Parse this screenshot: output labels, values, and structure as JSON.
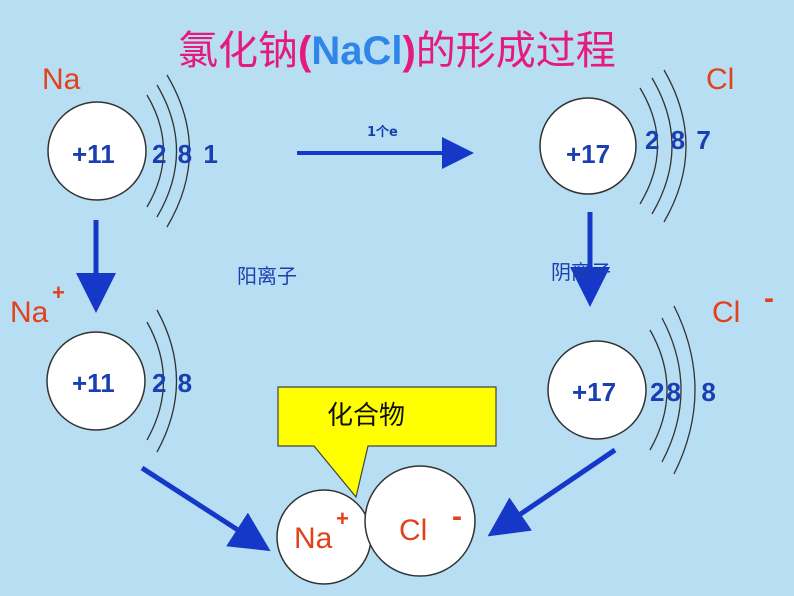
{
  "title": {
    "prefix": "氯化钠",
    "open_paren": "(",
    "formula": "NaCl",
    "close_paren": ")",
    "suffix": "的形成过程"
  },
  "na_atom": {
    "symbol": "Na",
    "nucleus": "+11",
    "shells": "2 8 1"
  },
  "cl_atom": {
    "symbol": "Cl",
    "nucleus": "+17",
    "shells": "2 8 7"
  },
  "transfer_label": "1个e",
  "cation_label": "阳离子",
  "anion_label": "阴离子",
  "na_ion": {
    "symbol": "Na",
    "charge": "+",
    "nucleus": "+11",
    "shells": "2 8"
  },
  "cl_ion": {
    "symbol": "Cl",
    "charge": "-",
    "nucleus": "+17",
    "shells": "28  8"
  },
  "compound": {
    "callout": "化合物",
    "na_symbol": "Na",
    "na_charge": "+",
    "cl_symbol": "Cl",
    "cl_charge": "-"
  },
  "colors": {
    "background": "#b7def2",
    "title": "#e6197f",
    "formula": "#2f86e8",
    "element_label": "#e2411a",
    "numbers": "#1a3fb0",
    "arrow": "#1538c8",
    "callout": "#ffff00"
  }
}
